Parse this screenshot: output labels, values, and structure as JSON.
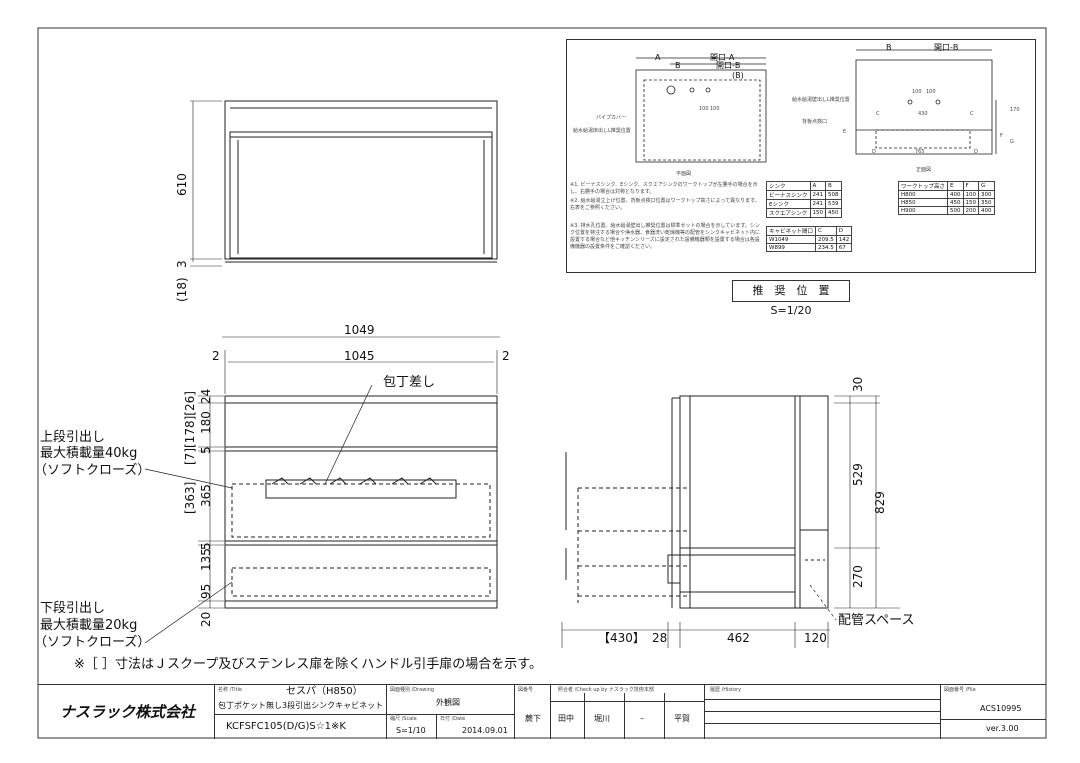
{
  "front_top": {
    "dims": [
      "610",
      "3",
      "(18)"
    ]
  },
  "front_main": {
    "top_dims": [
      "1049",
      "1045",
      "2",
      "2"
    ],
    "left_dims": [
      "24",
      "180",
      "5",
      "365",
      "5",
      "135",
      "95",
      "20"
    ],
    "bracket_dims": [
      "[7][178][26]",
      "[363]"
    ],
    "knife_label": "包丁差し",
    "upper_drawer": [
      "上段引出し",
      "最大積載量40kg",
      "（ソフトクローズ）"
    ],
    "lower_drawer": [
      "下段引出し",
      "最大積載量20kg",
      "（ソフトクローズ）"
    ],
    "footnote": "※［ ］寸法はＪスクープ及びステンレス扉を除くハンドル引手扉の場合を示す。"
  },
  "side_view": {
    "right_dims": [
      "30",
      "529",
      "829",
      "270"
    ],
    "bottom_dims": [
      "【430】",
      "28",
      "462",
      "120"
    ],
    "piping_label": "配管スペース"
  },
  "inset": {
    "plan_labels": [
      "A",
      "開口-A",
      "B",
      "開口-B",
      "(B)",
      "パイプカバー",
      "給水給湯床出しL推奨位置",
      "100",
      "100"
    ],
    "front_labels": [
      "B",
      "開口-B",
      "給水給湯壁出しL推奨位置",
      "背板点検口",
      "100",
      "100",
      "430",
      "C",
      "C",
      "765",
      "D",
      "D",
      "E",
      "F",
      "G",
      "170"
    ],
    "plan_title": "平面図",
    "front_title": "正面図",
    "notes": [
      "※1. ビーナスシンク、Eシンク、スクエアシンクのワークトップが左勝手の場合を示し、右勝手の場合は対称となります。",
      "※2. 給水給湯立上げ位置、背板点検口位置はワークトップ高さによって異なります。右表をご参照ください。",
      "※3. 排水孔位置、給水給湯壁出し推奨位置は標準セットの場合を示しています。シンク位置を特注する場合や浄水器、食器洗い乾燥機等の配管をシンクキャビネット内に設置する場合など他キッチンシリーズに設定された設備機器類を設置する場合は各設備機器の設置条件をご確認ください。"
    ],
    "sink_table": {
      "header": [
        "シンク",
        "A",
        "B"
      ],
      "rows": [
        [
          "ビーナスシンク",
          "241",
          "508"
        ],
        [
          "Eシンク",
          "241",
          "539"
        ],
        [
          "スクエアシンク",
          "150",
          "450"
        ]
      ]
    },
    "cab_table": {
      "header": [
        "キャビネット間口",
        "C",
        "D"
      ],
      "rows": [
        [
          "W1049",
          "209.5",
          "142"
        ],
        [
          "W899",
          "234.5",
          "67"
        ]
      ]
    },
    "wt_table": {
      "header": [
        "ワークトップ高さ",
        "E",
        "F",
        "G"
      ],
      "rows": [
        [
          "H800",
          "400",
          "100",
          "300"
        ],
        [
          "H850",
          "450",
          "150",
          "350"
        ],
        [
          "H900",
          "500",
          "200",
          "400"
        ]
      ]
    },
    "caption": "推　奨　位　置　S=1/20"
  },
  "title_block": {
    "logo": "ナスラック株式会社",
    "name_hdr": "名称 /Title",
    "name": "セスパ（H850）",
    "subname": "包丁ポケット無し3段引出シンクキャビネット",
    "model": "KCFSFC105(D/G)S☆1※K",
    "drawing_hdr": "図面種別 /Drawing",
    "drawing": "外観図",
    "scale_hdr": "縮尺 /Scale",
    "scale": "S=1/10",
    "date_hdr": "日付 /Date",
    "date": "2014.09.01",
    "ref_hdr": "図番号",
    "ref": "蕨下",
    "checked_hdr": "照合者 /Check up by ナスラック技術本部",
    "approver": "田中",
    "checker": "堀川",
    "dash": "–",
    "drafter": "平賀",
    "history_hdr": "履歴 /History",
    "file_hdr": "図面番号 /File",
    "file": "ACS10995",
    "ver": "ver.3.00"
  }
}
